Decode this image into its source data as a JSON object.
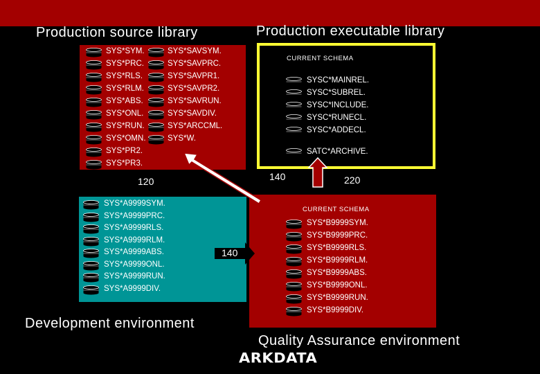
{
  "headings": {
    "prod_source": "Production source library",
    "prod_exec": "Production executable library",
    "dev_env": "Development environment",
    "qa_env": "Quality Assurance environment"
  },
  "prod_source": {
    "col1": [
      "SYS*SYM.",
      "SYS*PRC.",
      "SYS*RLS.",
      "SYS*RLM.",
      "SYS*ABS.",
      "SYS*ONL.",
      "SYS*RUN.",
      "SYS*OMN.",
      "SYS*PR2.",
      "SYS*PR3."
    ],
    "col2": [
      "SYS*SAVSYM.",
      "SYS*SAVPRC.",
      "SYS*SAVPR1.",
      "SYS*SAVPR2.",
      "SYS*SAVRUN.",
      "SYS*SAVDIV.",
      "SYS*ARCCML.",
      "SYS*W."
    ]
  },
  "prod_exec": {
    "schema_label": "CURRENT SCHEMA",
    "items": [
      "SYSC*MAINREL.",
      "SYSC*SUBREL.",
      "SYSC*INCLUDE.",
      "SYSC*RUNECL.",
      "SYSC*ADDECL."
    ],
    "archive": "SATC*ARCHIVE."
  },
  "dev": {
    "items": [
      "SYS*A9999SYM.",
      "SYS*A9999PRC.",
      "SYS*A9999RLS.",
      "SYS*A9999RLM.",
      "SYS*A9999ABS.",
      "SYS*A9999ONL.",
      "SYS*A9999RUN.",
      "SYS*A9999DIV."
    ]
  },
  "qa": {
    "schema_label": "CURRENT SCHEMA",
    "items": [
      "SYS*B9999SYM.",
      "SYS*B9999PRC.",
      "SYS*B9999RLS.",
      "SYS*B9999RLM.",
      "SYS*B9999ABS.",
      "SYS*B9999ONL.",
      "SYS*B9999RUN.",
      "SYS*B9999DIV."
    ]
  },
  "numbers": {
    "n120": "120",
    "n140_top": "140",
    "n220": "220",
    "n140_mid": "140"
  },
  "logo": "ARKDATA",
  "colors": {
    "red": "#a30000",
    "teal": "#009596",
    "yellow": "#ffff33"
  }
}
